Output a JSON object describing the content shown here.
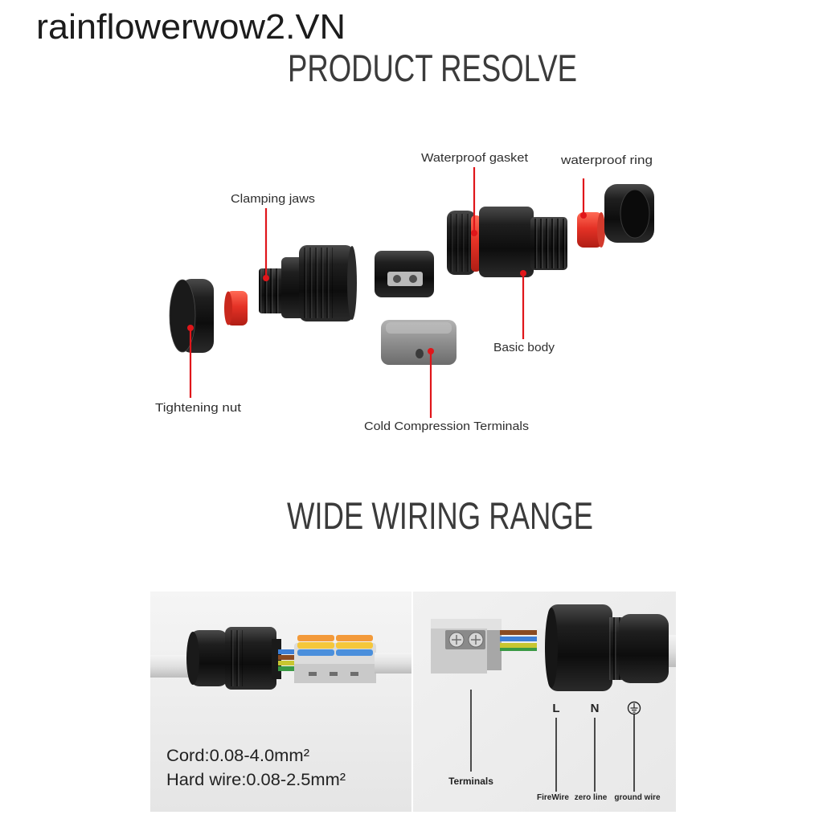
{
  "watermark": "rainflowerwow2.VN",
  "colors": {
    "leader_red": "#e0161a",
    "text": "#333333",
    "callout_line": "#222222"
  },
  "product_resolve": {
    "title": "PRODUCT RESOLVE",
    "labels": {
      "waterproof_gasket": "Waterproof gasket",
      "waterproof_ring": "waterproof ring",
      "clamping_jaws": "Clamping jaws",
      "basic_body": "Basic body",
      "tightening_nut": "Tightening nut",
      "cold_compression_terminals": "Cold Compression Terminals"
    }
  },
  "wide_wiring_range": {
    "title": "WIDE WIRING RANGE",
    "specs": {
      "cord": "Cord:0.08-4.0mm²",
      "hard_wire": "Hard wire:0.08-2.5mm²"
    },
    "terminals_label": "Terminals",
    "poles": [
      {
        "symbol": "L",
        "label": "FireWire"
      },
      {
        "symbol": "N",
        "label": "zero line"
      },
      {
        "icon": "ground-icon",
        "label": "ground wire"
      }
    ]
  }
}
